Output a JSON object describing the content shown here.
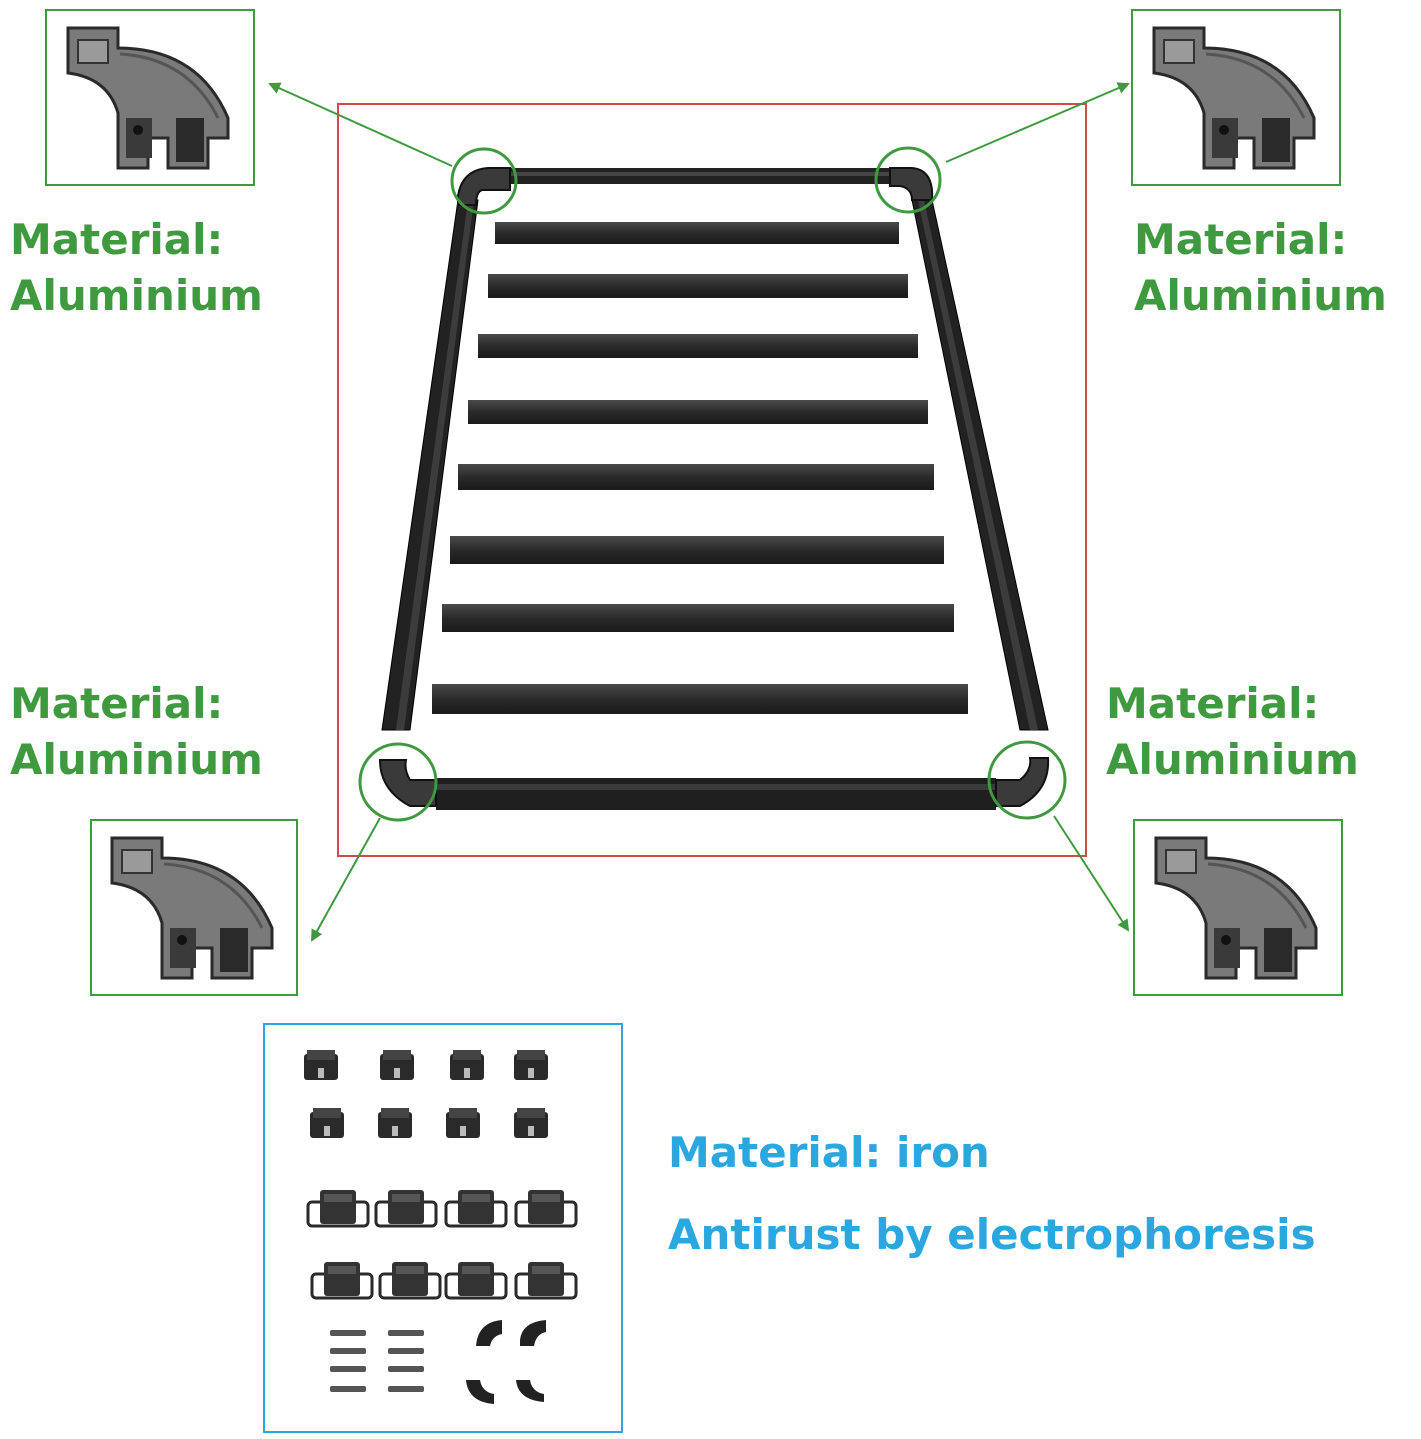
{
  "labels": {
    "top_left": {
      "line1": "Material:",
      "line2": "Aluminium"
    },
    "top_right": {
      "line1": "Material:",
      "line2": "Aluminium"
    },
    "bottom_left": {
      "line1": "Material:",
      "line2": "Aluminium"
    },
    "bottom_right": {
      "line1": "Material:",
      "line2": "Aluminium"
    }
  },
  "iron": {
    "material": "Material: iron",
    "treatment": "Antirust by electrophoresis"
  },
  "colors": {
    "green": "#3f9a3f",
    "blue": "#2ba7df",
    "red_frame": "#d04a4a",
    "rail": "#1c1c1c",
    "part": "#5a5a5a"
  },
  "icons": {
    "corner_connector": "corner-connector-icon",
    "mount_clip": "mount-clip-icon",
    "bracket": "bracket-icon",
    "bolt": "bolt-icon"
  }
}
